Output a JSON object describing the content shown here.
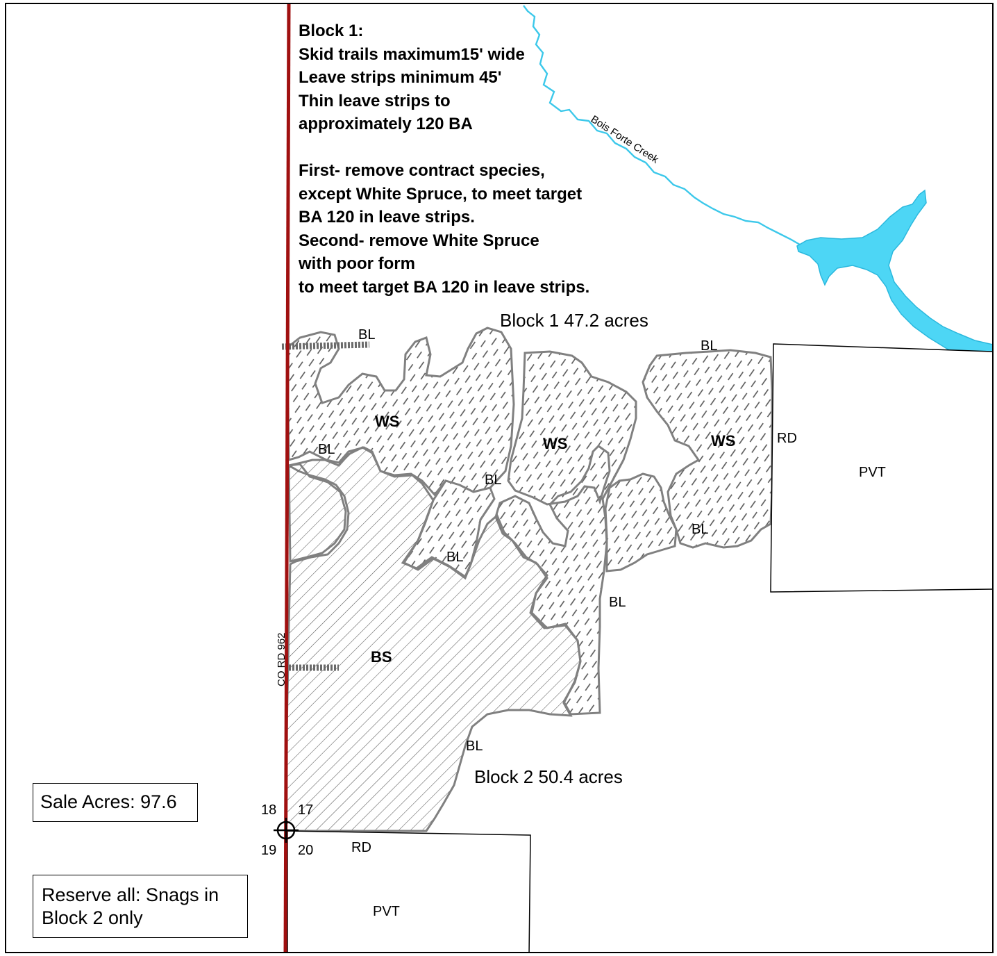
{
  "notes": {
    "lines": [
      "Block 1:",
      "Skid trails maximum15' wide",
      "Leave strips minimum 45'",
      "Thin leave strips to",
      "approximately 120 BA",
      "",
      "First- remove contract species,",
      "except White Spruce, to meet target",
      "BA 120 in leave strips.",
      "Second- remove White Spruce",
      "with poor form",
      "to meet target BA 120 in leave strips."
    ]
  },
  "blocks": {
    "block1": "Block 1 47.2 acres",
    "block2": "Block 2 50.4 acres"
  },
  "stand_labels": {
    "ws": "WS",
    "bs": "BS",
    "bl": "BL"
  },
  "parcels": {
    "pvt": "PVT",
    "rd": "RD"
  },
  "creek": "Bois Forte Creek",
  "road": "CO RD 962",
  "section_corner": {
    "nw": "18",
    "ne": "17",
    "sw": "19",
    "se": "20"
  },
  "info_boxes": {
    "sale_acres": "Sale Acres: 97.6",
    "reserve_line1": "Reserve all: Snags in",
    "reserve_line2": "Block 2 only"
  },
  "colors": {
    "water": "#4dd6f5",
    "road": "#a01010",
    "boundary": "#808080",
    "hatch": "#555555"
  }
}
